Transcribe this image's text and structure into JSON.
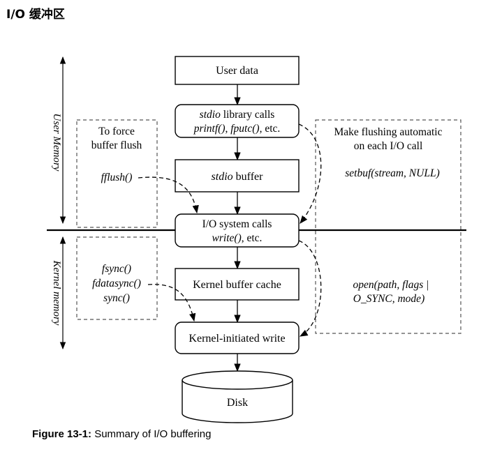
{
  "page": {
    "title": "I/O 缓冲区"
  },
  "diagram": {
    "user_data": "User data",
    "stdio_calls": {
      "line1_italic": "stdio",
      "line1_rest": " library calls",
      "line2_fn1": "printf()",
      "line2_sep": ", ",
      "line2_fn2": "fputc()",
      "line2_rest": ", etc."
    },
    "stdio_buffer": {
      "italic": "stdio",
      "rest": " buffer"
    },
    "io_syscalls": {
      "line1": "I/O system calls",
      "line2_fn": "write()",
      "line2_rest": ", etc."
    },
    "kernel_cache": "Kernel buffer cache",
    "kernel_write": "Kernel-initiated write",
    "disk": "Disk",
    "left_top_box": {
      "line1": "To force",
      "line2": "buffer flush",
      "call": "fflush()"
    },
    "left_bottom_box": {
      "calls": [
        "fsync()",
        "fdatasync()",
        "sync()"
      ]
    },
    "right_box": {
      "line1": "Make flushing automatic",
      "line2": "on each I/O call",
      "call1": "setbuf(stream, NULL)",
      "call2_line1": "open(path, flags |",
      "call2_line2": "O_SYNC, mode)"
    },
    "user_memory_label": "User Memory",
    "kernel_memory_label": "Kernel memory"
  },
  "caption": {
    "figure": "Figure 13-1:",
    "text": " Summary of I/O buffering"
  }
}
